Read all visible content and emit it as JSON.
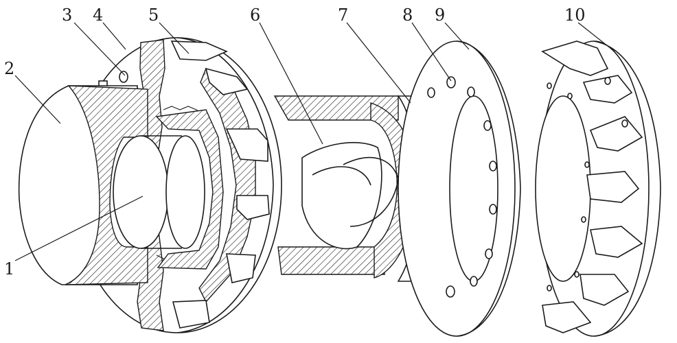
{
  "labels": [
    {
      "id": "1",
      "text": "1"
    },
    {
      "id": "2",
      "text": "2"
    },
    {
      "id": "3",
      "text": "3"
    },
    {
      "id": "4",
      "text": "4"
    },
    {
      "id": "5",
      "text": "5"
    },
    {
      "id": "6",
      "text": "6"
    },
    {
      "id": "7",
      "text": "7"
    },
    {
      "id": "8",
      "text": "8"
    },
    {
      "id": "9",
      "text": "9"
    },
    {
      "id": "10",
      "text": "10"
    }
  ],
  "colors": {
    "ink": "#1a1a1a",
    "paper": "#ffffff"
  }
}
